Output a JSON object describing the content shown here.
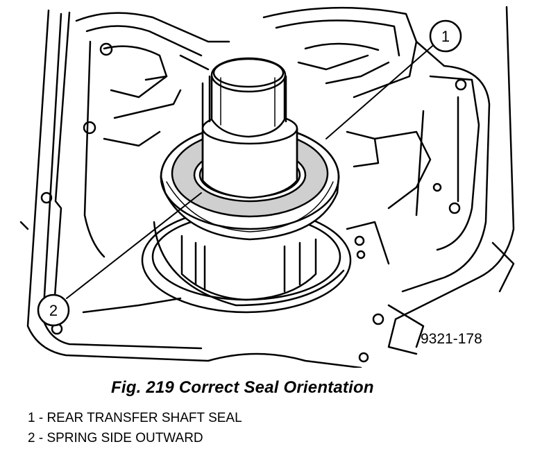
{
  "figure": {
    "drawing_number": "9321-178",
    "callouts": [
      "1",
      "2"
    ],
    "caption": "Fig. 219 Correct Seal Orientation",
    "legend": [
      "1 - REAR TRANSFER SHAFT SEAL",
      "2 - SPRING SIDE OUTWARD"
    ]
  }
}
